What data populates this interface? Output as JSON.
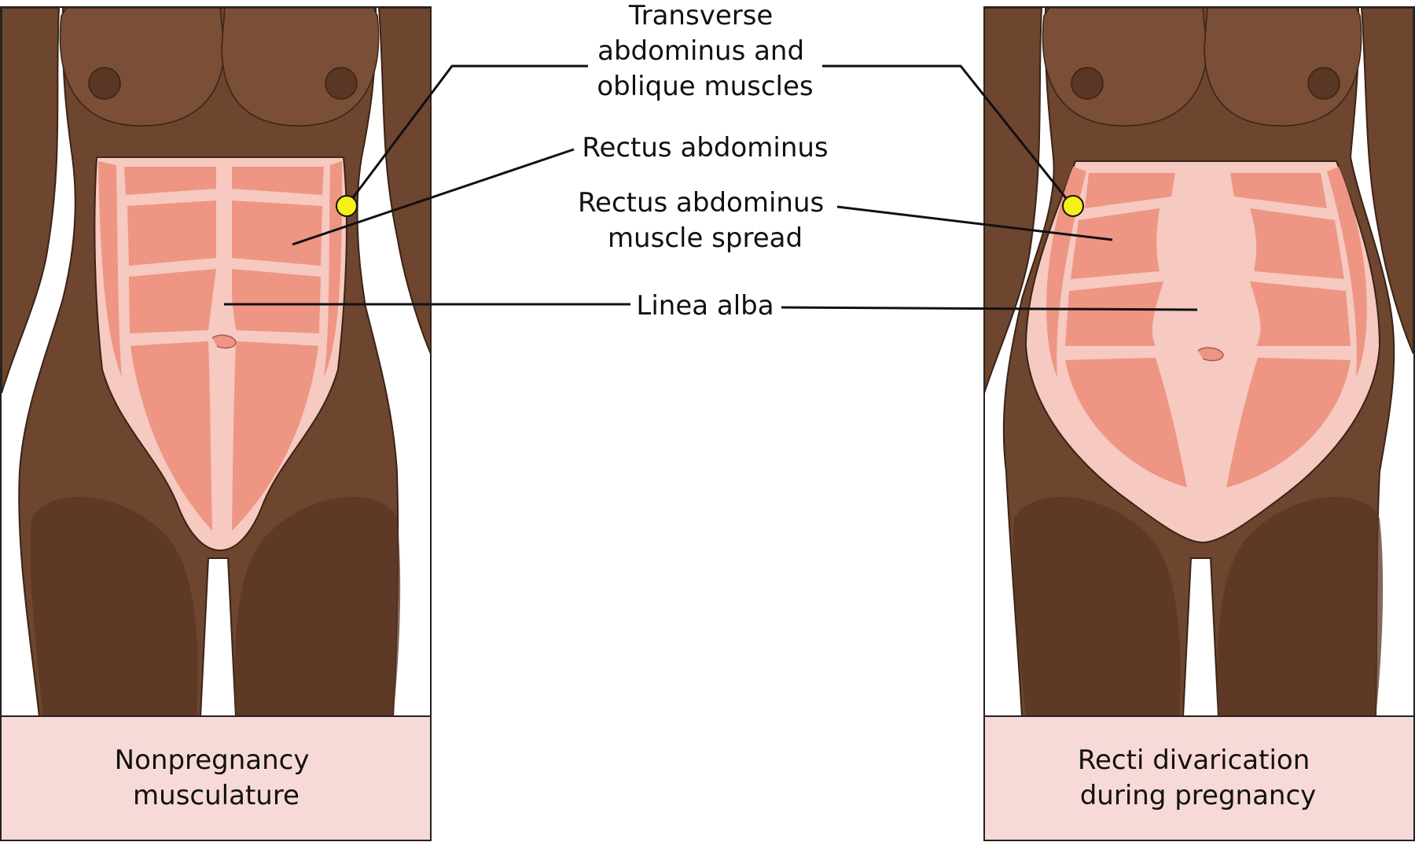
{
  "labels": {
    "transverse": [
      "Transverse",
      "abdominus and",
      "oblique muscles"
    ],
    "rectus": "Rectus abdominus",
    "rectus_spread": [
      "Rectus abdominus",
      "muscle spread"
    ],
    "linea_alba": "Linea alba"
  },
  "panels": {
    "left_caption": [
      "Nonpregnancy",
      "musculature"
    ],
    "right_caption": [
      "Recti divarication",
      "during pregnancy"
    ]
  },
  "colors": {
    "skin": "#6e452f",
    "skin_dark": "#5a3624",
    "muscle": "#ee9583",
    "muscle_light": "#f6c9c1",
    "caption_bg": "#f7dad8",
    "marker": "#f5ef1a"
  }
}
